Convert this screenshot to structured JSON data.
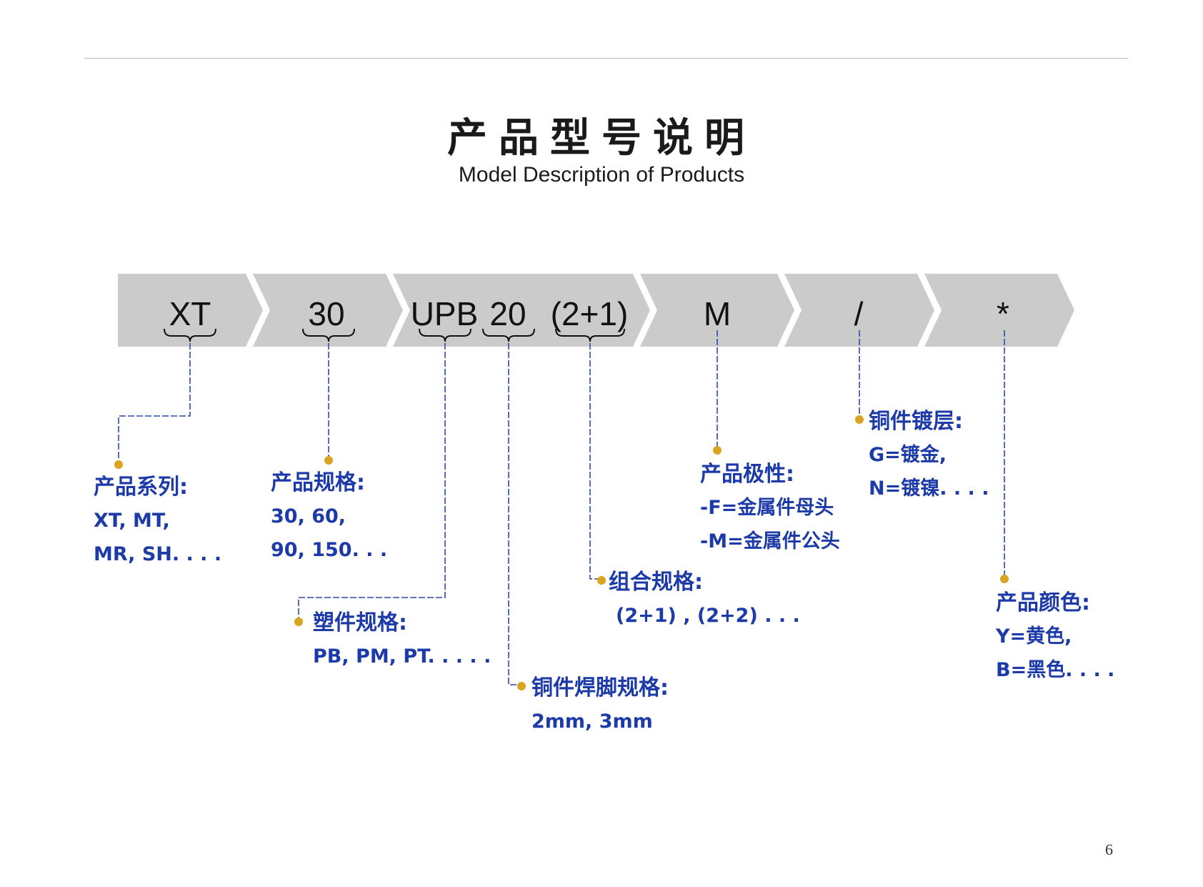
{
  "title": {
    "cn": "产品型号说明",
    "en": "Model Description of Products"
  },
  "segments": [
    {
      "id": "xt",
      "label": "XT"
    },
    {
      "id": "30",
      "label": "30"
    },
    {
      "id": "upb",
      "label": "UPB"
    },
    {
      "id": "20",
      "label": "20"
    },
    {
      "id": "combo",
      "label": "(2+1)"
    },
    {
      "id": "m",
      "label": "M"
    },
    {
      "id": "slash",
      "label": "/"
    },
    {
      "id": "star",
      "label": "*"
    }
  ],
  "descriptions": {
    "series": {
      "heading": "产品系列:",
      "lines": [
        "XT, MT,",
        "MR, SH. . . ."
      ]
    },
    "spec": {
      "heading": "产品规格:",
      "lines": [
        "30, 60,",
        "90, 150. . ."
      ]
    },
    "plastic": {
      "heading": "塑件规格:",
      "lines": [
        "PB, PM, PT. . . . ."
      ]
    },
    "solder": {
      "heading": "铜件焊脚规格:",
      "lines": [
        "2mm, 3mm"
      ]
    },
    "combo": {
      "heading": "组合规格:",
      "lines": [
        "(2+1) , (2+2) . . ."
      ]
    },
    "polarity": {
      "heading": "产品极性:",
      "lines": [
        "-F=金属件母头",
        "-M=金属件公头"
      ]
    },
    "plating": {
      "heading": "铜件镀层:",
      "lines": [
        "G=镀金,",
        "N=镀镍. . . ."
      ]
    },
    "color": {
      "heading": "产品颜色:",
      "lines": [
        "Y=黄色,",
        "B=黑色. . . ."
      ]
    }
  },
  "colors": {
    "band": "#cbcbcb",
    "connector": "#2f4aa8",
    "dot": "#d9a520",
    "text": "#1c3aa8"
  },
  "page_number": "6"
}
